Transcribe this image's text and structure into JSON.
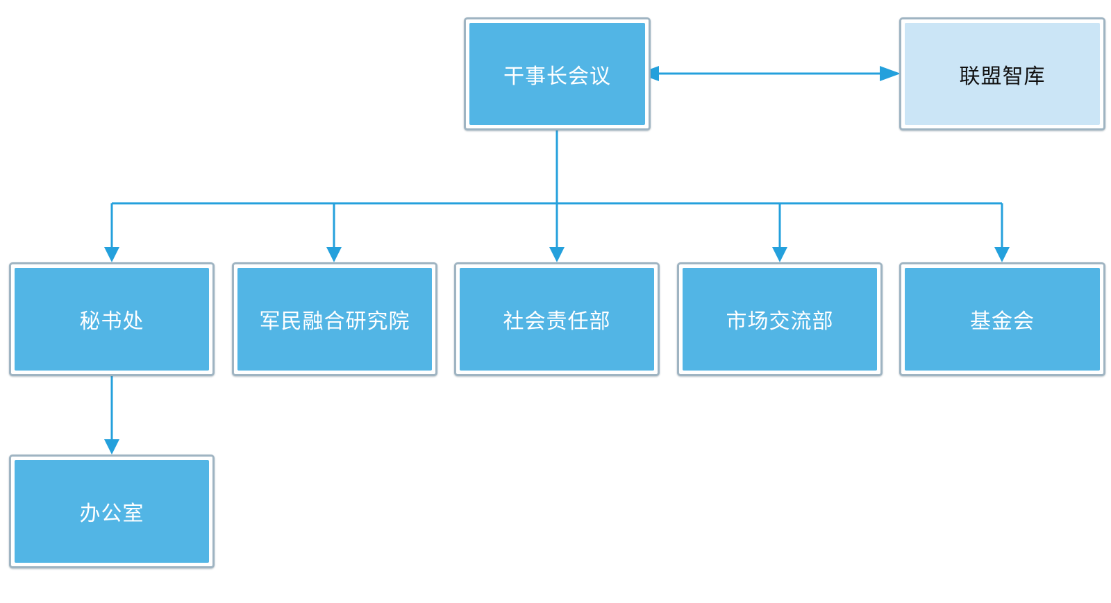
{
  "diagram": {
    "colors": {
      "connector": "#24a0dc",
      "node_fill": "#52b5e5",
      "node_fill_light": "#cbe5f6",
      "node_border": "#9fb4c2"
    },
    "top": {
      "council": "干事长会议",
      "think_tank": "联盟智库"
    },
    "departments": [
      "秘书处",
      "军民融合研究院",
      "社会责任部",
      "市场交流部",
      "基金会"
    ],
    "sub_units": {
      "office": "办公室"
    },
    "relations": [
      {
        "from": "干事长会议",
        "to": "联盟智库",
        "direction": "both"
      },
      {
        "from": "干事长会议",
        "to": "秘书处",
        "direction": "forward"
      },
      {
        "from": "干事长会议",
        "to": "军民融合研究院",
        "direction": "forward"
      },
      {
        "from": "干事长会议",
        "to": "社会责任部",
        "direction": "forward"
      },
      {
        "from": "干事长会议",
        "to": "市场交流部",
        "direction": "forward"
      },
      {
        "from": "干事长会议",
        "to": "基金会",
        "direction": "forward"
      },
      {
        "from": "秘书处",
        "to": "办公室",
        "direction": "forward"
      }
    ]
  }
}
